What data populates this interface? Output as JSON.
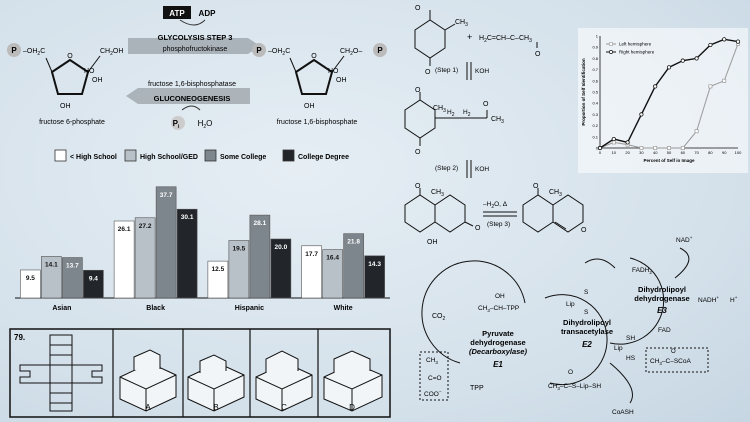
{
  "glycolysis": {
    "atp": "ATP",
    "adp": "ADP",
    "step_title": "GLYCOLYSIS STEP 3",
    "enzyme": "phosphofructokinase",
    "reverse_enzyme": "fructose 1,6-bisphosphatase",
    "reverse_title": "GLUCONEOGENESIS",
    "pi": "P",
    "pi_sub": "i",
    "water": "H",
    "water_sub": "2",
    "water_o": "O",
    "left_name": "fructose 6-phosphate",
    "right_name": "fructose 1,6-bisphosphate",
    "p": "P",
    "och2": "–OH",
    "och2_sub": "2",
    "och2_c": "C",
    "ch2oh": "CH",
    "ch2oh_sub": "2",
    "ch2oh_oh": "OH",
    "ch2o": "CH",
    "ch2o_sub": "2",
    "ch2o_o": "O–",
    "ho": "HO",
    "oh": "OH",
    "o": "O"
  },
  "chart_data": {
    "type": "bar",
    "categories": [
      "Asian",
      "Black",
      "Hispanic",
      "White"
    ],
    "series": [
      {
        "name": "< High School",
        "color": "#ffffff",
        "values": [
          9.5,
          26.1,
          12.5,
          17.7
        ]
      },
      {
        "name": "High School/GED",
        "color": "#b8c0c8",
        "values": [
          14.1,
          27.2,
          19.5,
          16.4
        ]
      },
      {
        "name": "Some College",
        "color": "#7d858d",
        "values": [
          13.7,
          37.7,
          28.1,
          21.8
        ]
      },
      {
        "name": "College Degree",
        "color": "#22252a",
        "values": [
          9.4,
          30.1,
          20.0,
          14.3
        ]
      }
    ],
    "value_labels": [
      [
        "9.5",
        "26.1",
        "12.5",
        "17.7"
      ],
      [
        "14.1",
        "27.2",
        "19.5",
        "16.4"
      ],
      [
        "13.7",
        "37.7",
        "28.1",
        "21.8"
      ],
      [
        "9.4",
        "30.1",
        "20.0",
        "14.3"
      ]
    ],
    "ylim": [
      0,
      40
    ],
    "legend_position": "top",
    "grid": false
  },
  "line_chart": {
    "type": "line",
    "x": [
      0,
      10,
      20,
      30,
      40,
      50,
      60,
      70,
      80,
      90,
      100
    ],
    "series": [
      {
        "name": "Left hemisphere",
        "color": "#9a9a9a",
        "marker": "square",
        "values": [
          0,
          0.05,
          0.03,
          0.0,
          0.0,
          0.0,
          0.0,
          0.15,
          0.55,
          0.6,
          0.93
        ]
      },
      {
        "name": "Right hemisphere",
        "color": "#111111",
        "marker": "circle",
        "values": [
          0,
          0.08,
          0.05,
          0.3,
          0.55,
          0.72,
          0.78,
          0.8,
          0.92,
          0.97,
          0.95
        ]
      }
    ],
    "xlabel": "Percent of Self in Image",
    "ylabel": "Proportion of Self Identification",
    "xticks": [
      "0",
      "10",
      "20",
      "30",
      "40",
      "50",
      "60",
      "70",
      "80",
      "90",
      "100"
    ],
    "yticks": [
      "0",
      "0.1",
      "0.2",
      "0.3",
      "0.4",
      "0.5",
      "0.6",
      "0.7",
      "0.8",
      "0.9",
      "1"
    ],
    "xlim": [
      0,
      100
    ],
    "ylim": [
      0,
      1
    ],
    "legend_position": "top-left"
  },
  "synthesis": {
    "ch3": "CH",
    "ch3_sub": "3",
    "plus": "+",
    "reagent": "H",
    "reagent_sub": "2",
    "reagent_rest": "C=CH–C–CH",
    "reagent_sub2": "3",
    "o": "O",
    "step1": "(Step 1)",
    "koh": "KOH",
    "h2": "H",
    "h2_sub": "2",
    "step2": "(Step 2)",
    "oh": "OH",
    "reagent3": "–H",
    "reagent3_sub": "2",
    "reagent3_rest": "O, Δ",
    "step3": "(Step 3)"
  },
  "pyruvate": {
    "e1_name": "Pyruvate",
    "e1_name2": "dehydrogenase",
    "e1_sub": "(Decarboxylase)",
    "e1": "E1",
    "e2_name": "Dihydrolipoyl",
    "e2_name2": "transacetylase",
    "e2": "E2",
    "e3_name": "Dihydrolipoyl",
    "e3_name2": "dehydrogenase",
    "e3": "E3",
    "co2": "CO",
    "co2_sub": "2",
    "tpp": "TPP",
    "oh": "OH",
    "ch3ch_tpp": "CH",
    "ch3ch_sub": "3",
    "ch3ch_rest": "–CH–TPP",
    "lip_s": "Lip",
    "s": "S",
    "acetyl_lip": "CH",
    "acetyl_lip_sub": "3",
    "acetyl_lip_rest": "–C–S–Lip–SH",
    "o": "O",
    "lip": "Lip",
    "sh": "SH",
    "hs": "HS",
    "acetyl_coa": "CH",
    "acetyl_coa_sub": "3",
    "acetyl_coa_rest": "–C–SCoA",
    "coash": "CoASH",
    "fadh2": "FADH",
    "fadh2_sub": "2",
    "fad": "FAD",
    "nad": "NAD",
    "nad_sup": "+",
    "nadh": "NADH",
    "nadh_sup": "+",
    "h": "H",
    "h_sup": "+",
    "pyruvate_ch3": "CH",
    "pyruvate_ch3_sub": "3",
    "pyruvate_c": "C=O",
    "pyruvate_coo": "COO",
    "pyruvate_coo_sup": "−"
  },
  "puzzle": {
    "number": "79.",
    "options": [
      "A",
      "B",
      "C",
      "D"
    ]
  }
}
